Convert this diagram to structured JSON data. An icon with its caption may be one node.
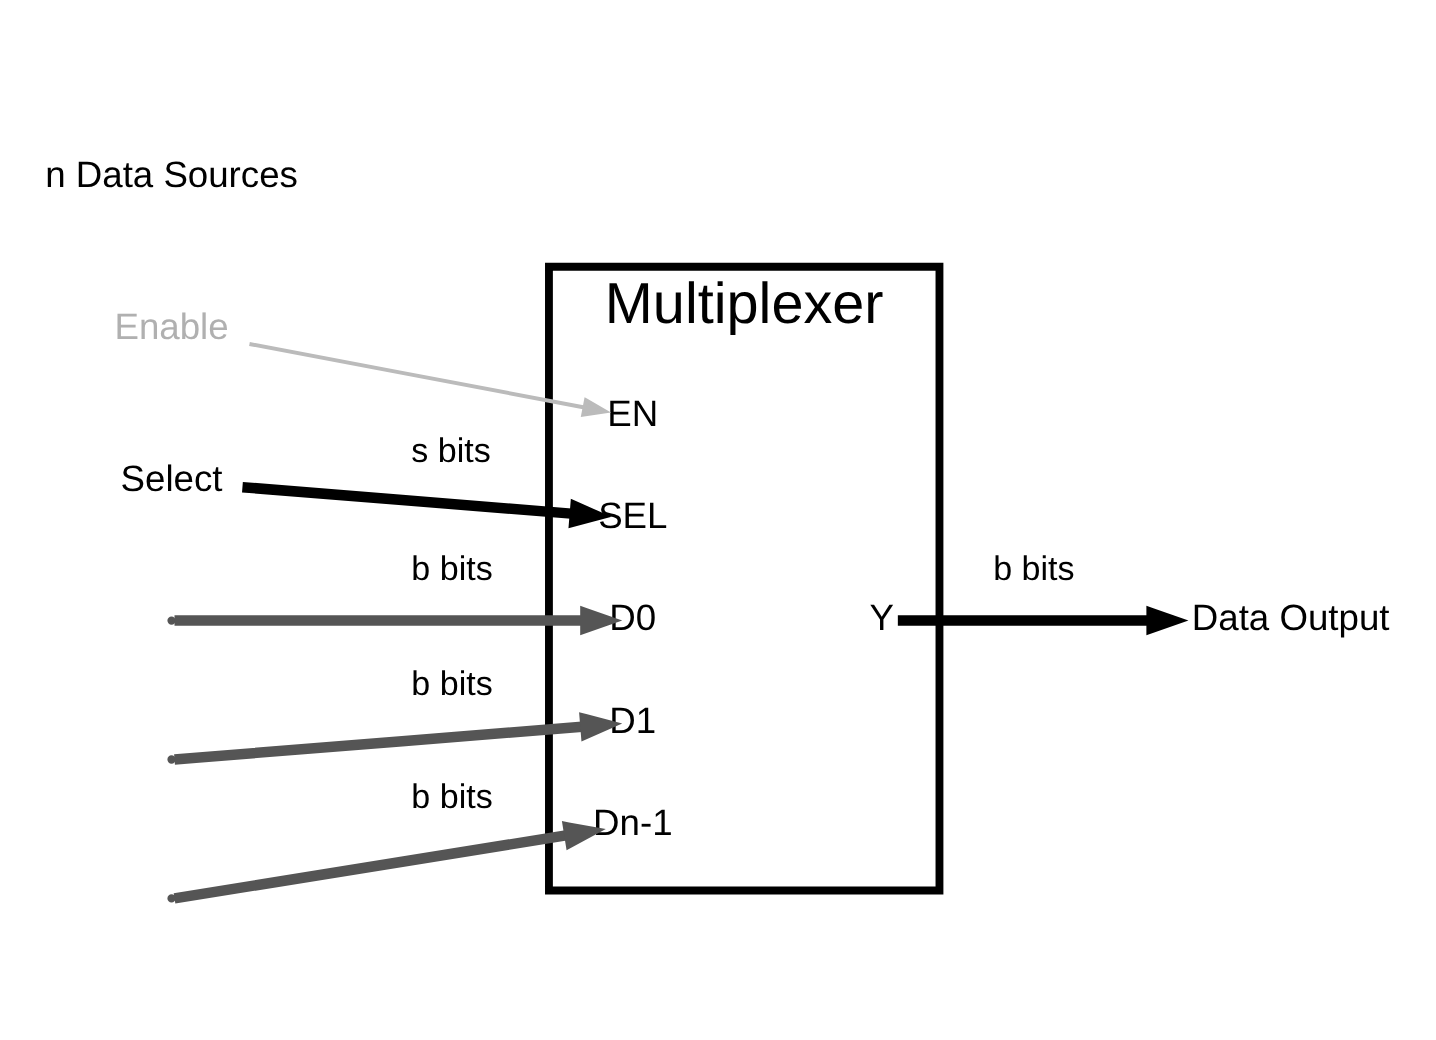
{
  "diagram": {
    "nodes": [
      {
        "text": [
          "Enable"
        ]
      },
      {
        "text": [
          "Select"
        ]
      },
      {
        "text": [
          "Multiplexer"
        ]
      },
      {
        "text": [
          "EN"
        ],
        "in": 2
      },
      {
        "text": [
          "SEL"
        ],
        "in": 2
      },
      {
        "text": [
          "D0"
        ],
        "in": 2
      },
      {
        "text": [
          "D1"
        ],
        "in": 2
      },
      {
        "text": [
          "Dn-1"
        ],
        "in": 2
      },
      {
        "text": [
          "Y"
        ],
        "in": 2
      },
      {
        "text": [
          "Data Output"
        ]
      }
    ],
    "edges": [
      {
        "from": 0,
        "to": 3,
        "arrow": "to",
        "color": "#bbbbbb"
      },
      {
        "from": 1,
        "to": 4,
        "arrow": "to",
        "label": "s bits"
      },
      {
        "from": null,
        "to": 5,
        "arrow": "to",
        "label": "b bits",
        "color": "#555555"
      },
      {
        "from": null,
        "to": 6,
        "arrow": "to",
        "label": "b bits",
        "color": "#555555"
      },
      {
        "from": null,
        "to": 7,
        "arrow": "to",
        "label": "b bits",
        "color": "#555555"
      },
      {
        "from": 8,
        "to": 9,
        "arrow": "to",
        "label": "b bits"
      }
    ],
    "labels": [
      "n Data Sources"
    ]
  }
}
